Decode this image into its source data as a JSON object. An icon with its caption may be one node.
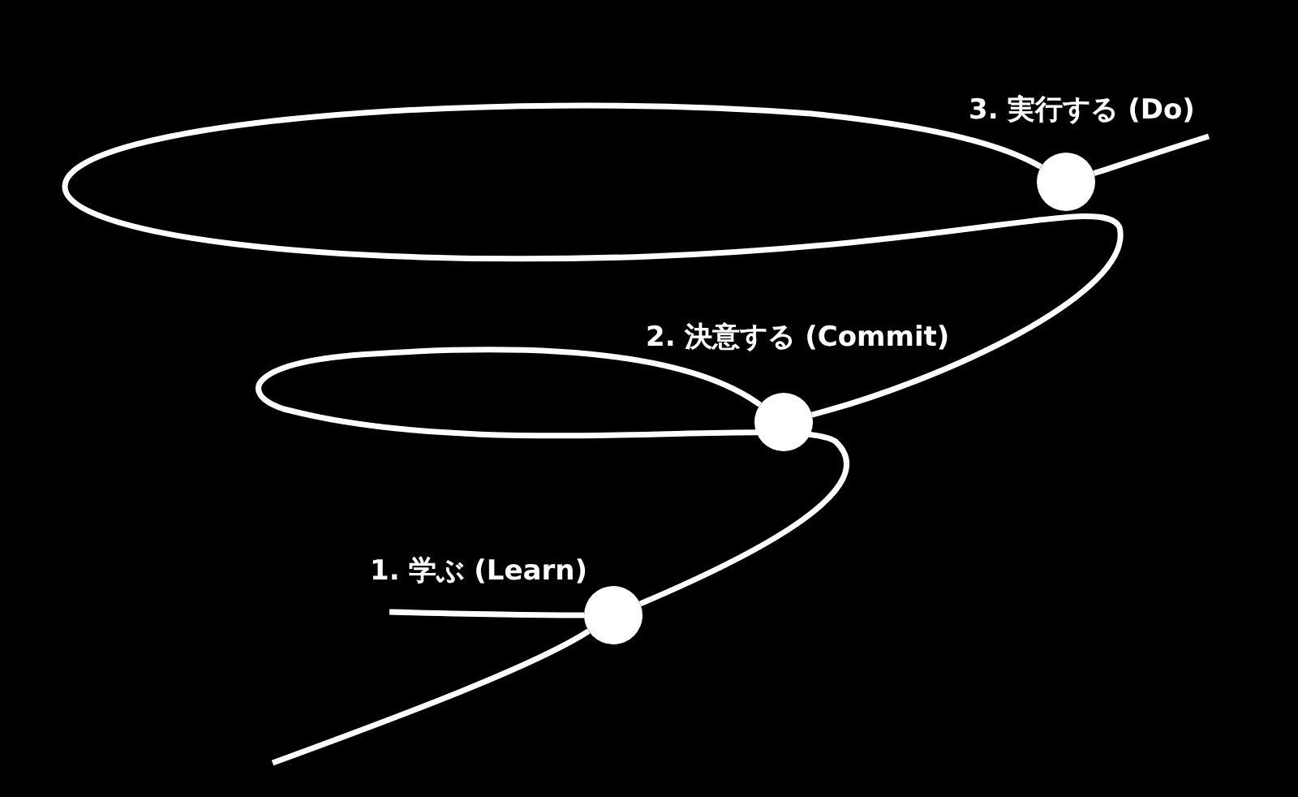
{
  "diagram": {
    "nodes": [
      {
        "text": [],
        "shape": "circle",
        "beside": [
          "1. 学ぶ (Learn)"
        ]
      },
      {
        "text": [],
        "shape": "circle",
        "beside": [
          "2. 決意する (Commit)"
        ]
      },
      {
        "text": [],
        "shape": "circle",
        "beside": [
          "3. 実行する (Do)"
        ]
      }
    ],
    "edges": [
      {
        "from": null,
        "to": 0,
        "arrow": "none"
      },
      {
        "from": null,
        "to": 0,
        "arrow": "none"
      },
      {
        "from": 0,
        "to": 1,
        "arrow": "none"
      },
      {
        "from": 1,
        "to": 2,
        "arrow": "none"
      },
      {
        "from": 2,
        "to": null,
        "arrow": "none"
      }
    ]
  }
}
